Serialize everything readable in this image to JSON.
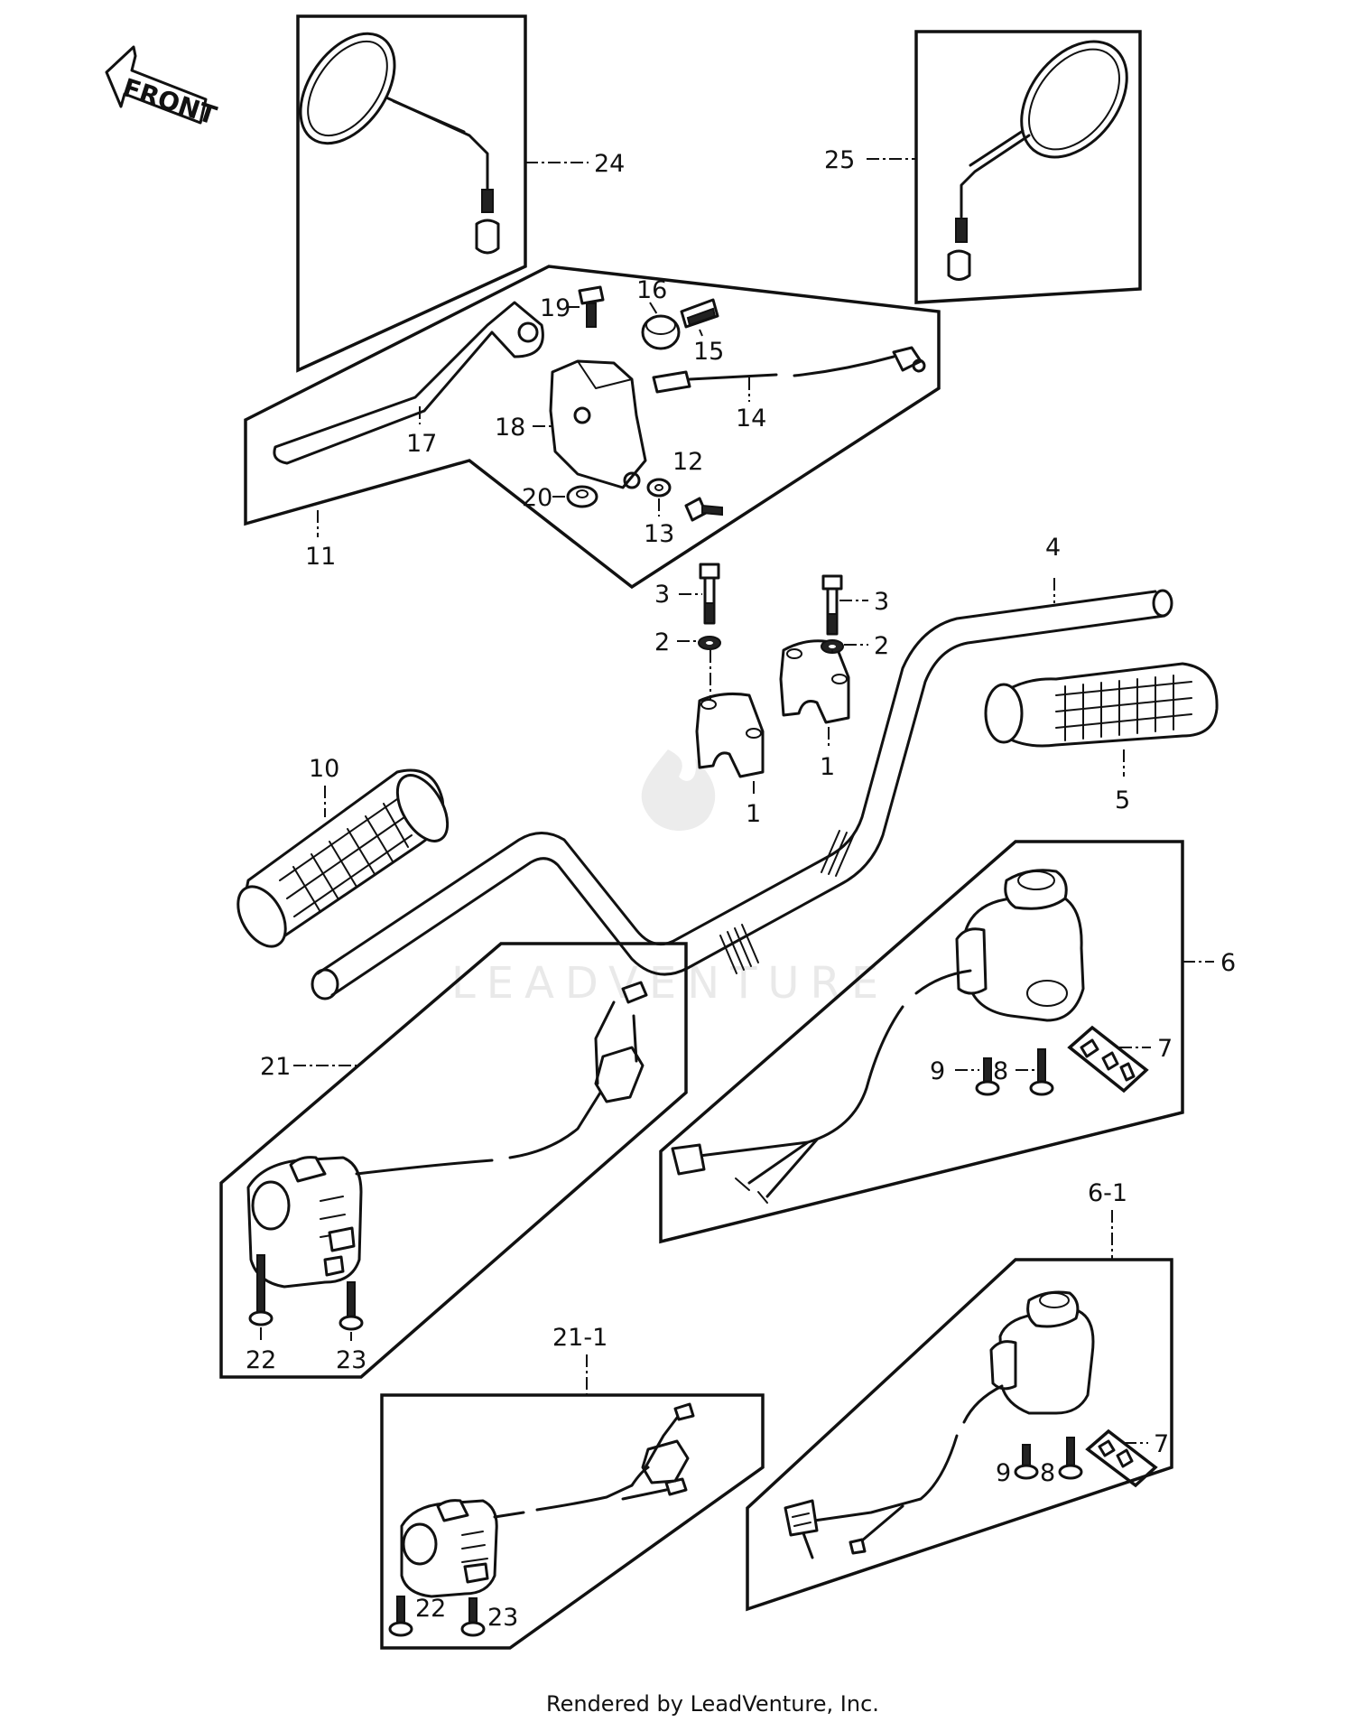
{
  "front_label": "FRONT",
  "watermark": "LEADVENTURE",
  "footer": "Rendered by LeadVenture, Inc.",
  "callouts": {
    "c1a": "1",
    "c1b": "1",
    "c2a": "2",
    "c2b": "2",
    "c3a": "3",
    "c3b": "3",
    "c4": "4",
    "c5": "5",
    "c6": "6",
    "c6_1": "6-1",
    "c7a": "7",
    "c7b": "7",
    "c8a": "8",
    "c8b": "8",
    "c9a": "9",
    "c9b": "9",
    "c10": "10",
    "c11": "11",
    "c12": "12",
    "c13": "13",
    "c14": "14",
    "c15": "15",
    "c16": "16",
    "c17": "17",
    "c18": "18",
    "c19": "19",
    "c20": "20",
    "c21": "21",
    "c21_1": "21-1",
    "c22a": "22",
    "c22b": "22",
    "c23a": "23",
    "c23b": "23",
    "c24": "24",
    "c25": "25"
  }
}
